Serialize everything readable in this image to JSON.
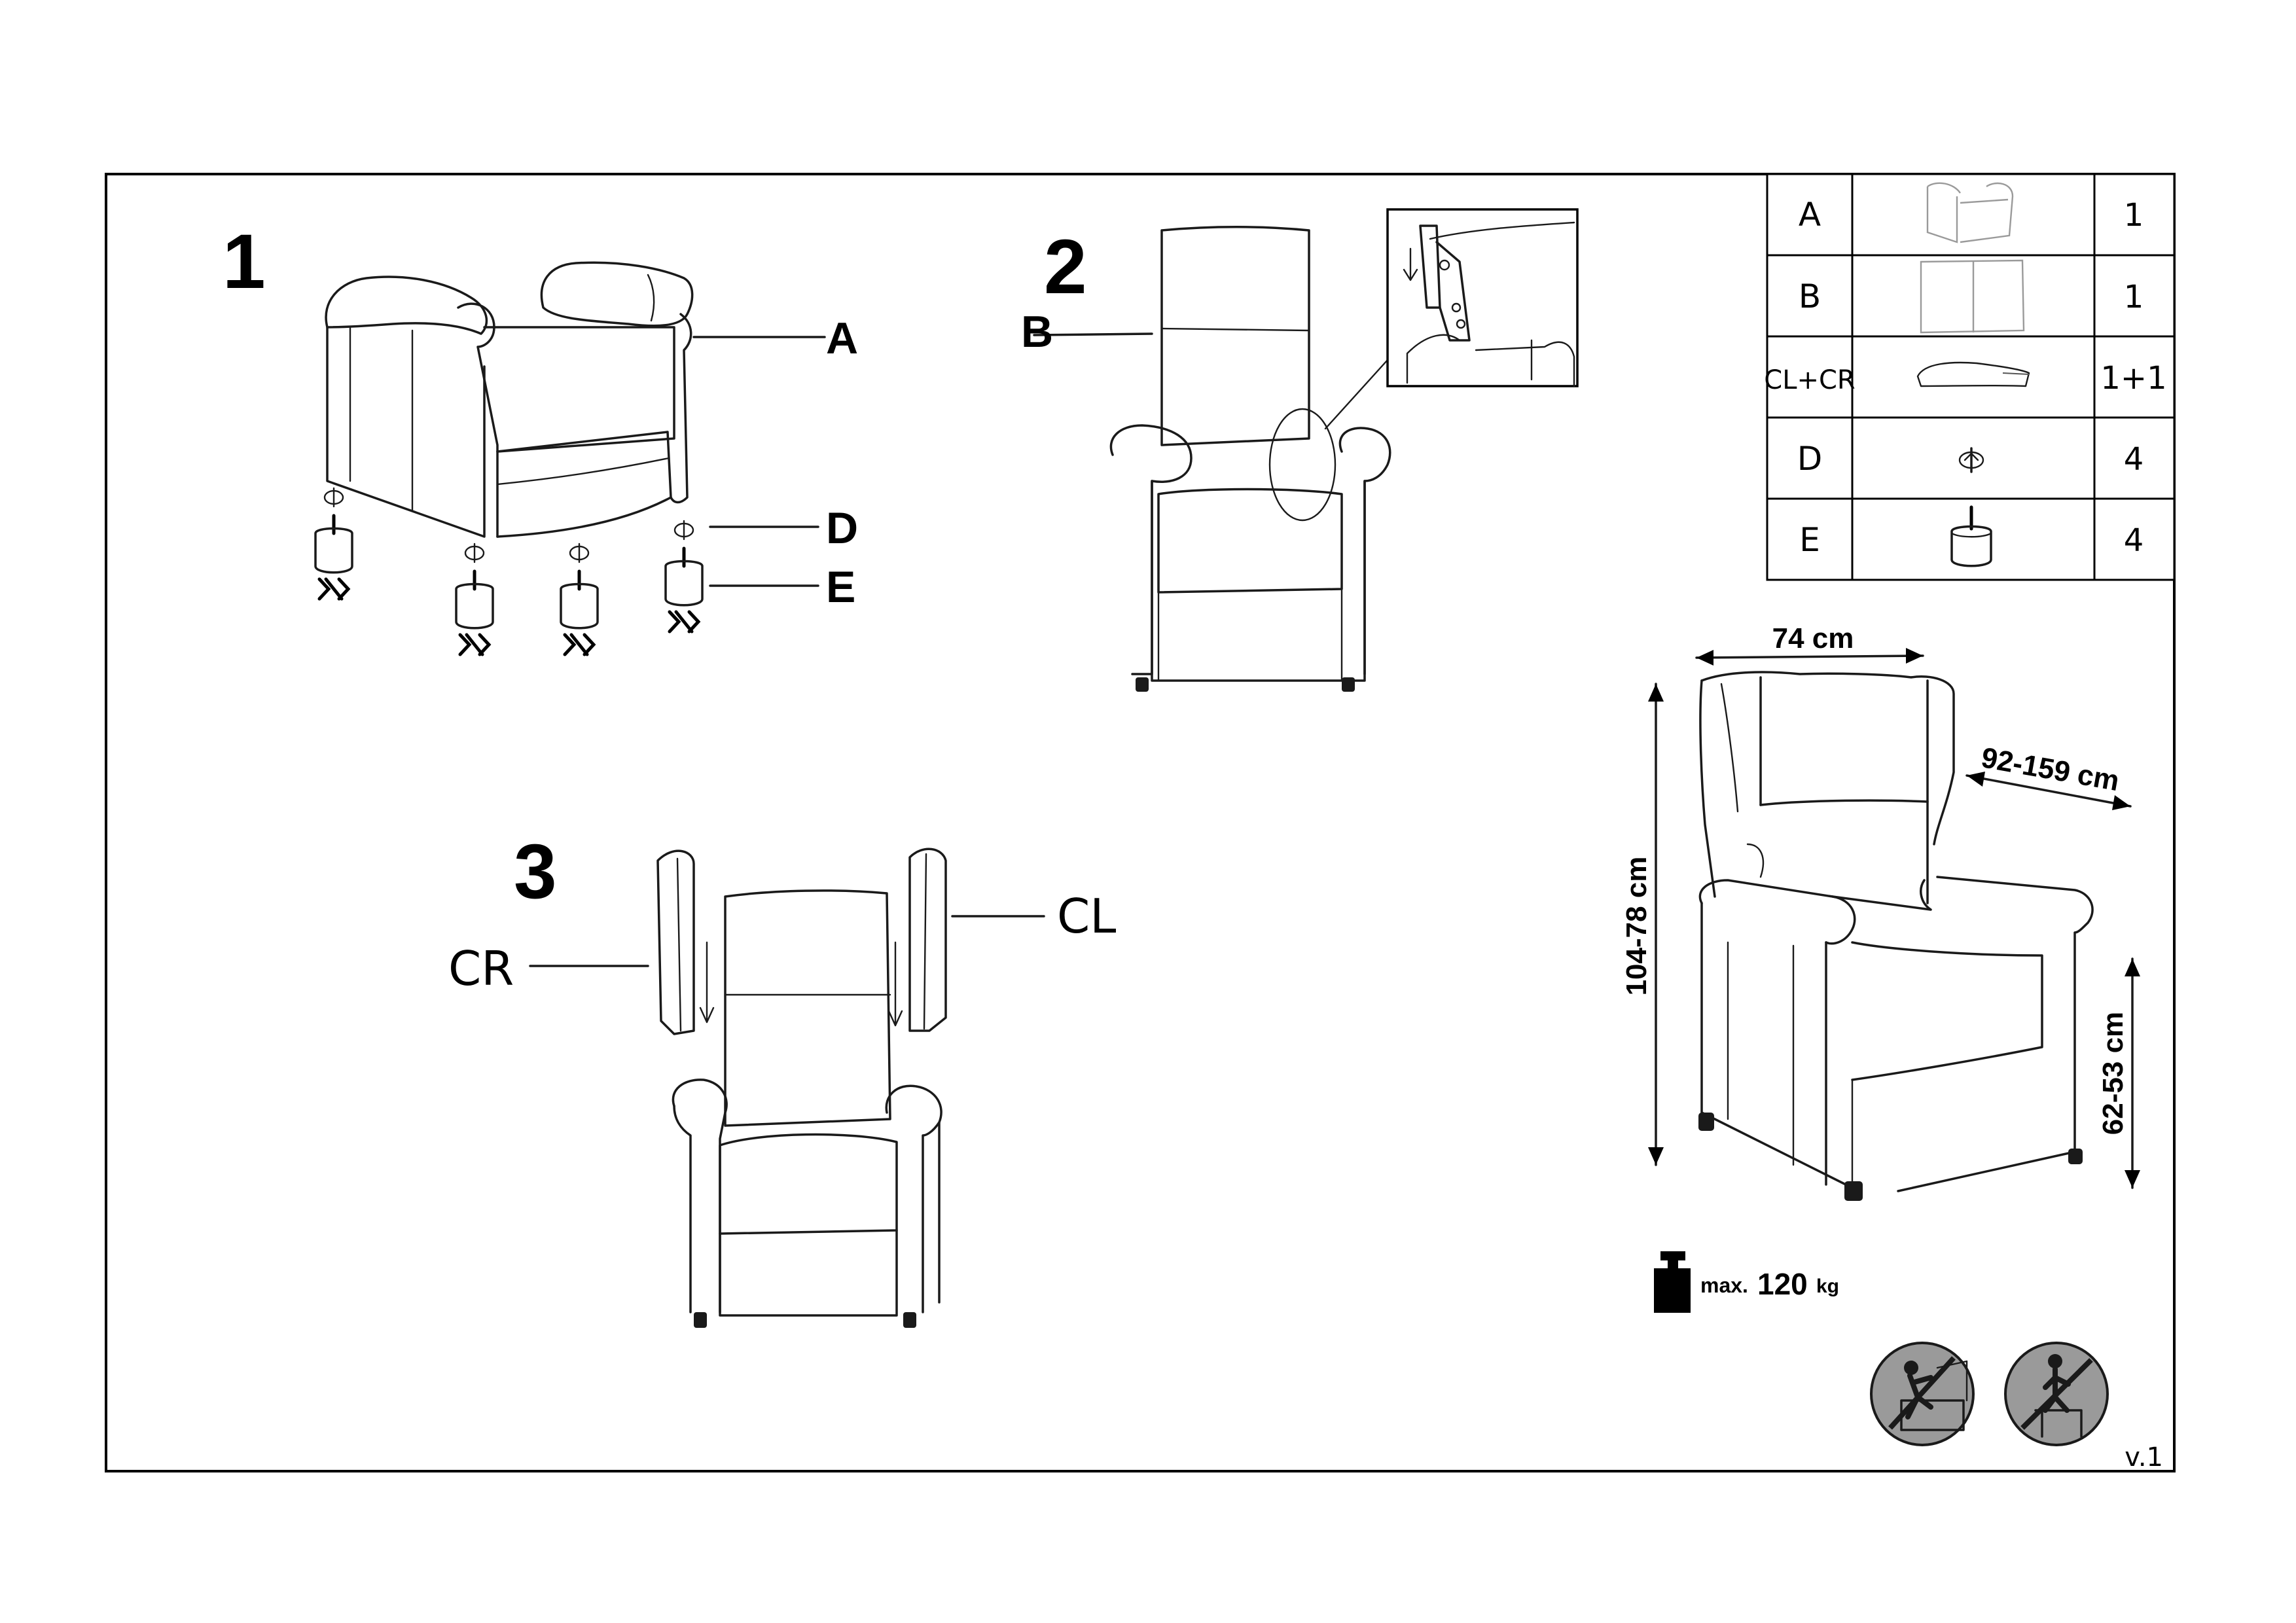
{
  "steps": {
    "step1": {
      "number": "1",
      "labels": {
        "a": "A",
        "d": "D",
        "e": "E"
      }
    },
    "step2": {
      "number": "2",
      "labels": {
        "b": "B"
      }
    },
    "step3": {
      "number": "3",
      "labels": {
        "cr": "CR",
        "cl": "CL"
      }
    }
  },
  "parts_table": {
    "rows": [
      {
        "code": "A",
        "qty": "1",
        "icon": "armchair-icon"
      },
      {
        "code": "B",
        "qty": "1",
        "icon": "backrest-icon"
      },
      {
        "code": "CL+CR",
        "qty": "1+1",
        "icon": "wing-icon"
      },
      {
        "code": "D",
        "qty": "4",
        "icon": "bolt-icon"
      },
      {
        "code": "E",
        "qty": "4",
        "icon": "foot-icon"
      }
    ]
  },
  "dimensions": {
    "width": "74 cm",
    "depth": "92-159 cm",
    "height": "104-78 cm",
    "seat_height": "62-53 cm"
  },
  "max_load": {
    "prefix": "max.",
    "value": "120",
    "unit": "kg"
  },
  "warnings": [
    "no-standing-on-chair-icon",
    "no-climbing-icon"
  ],
  "version": "v.1"
}
